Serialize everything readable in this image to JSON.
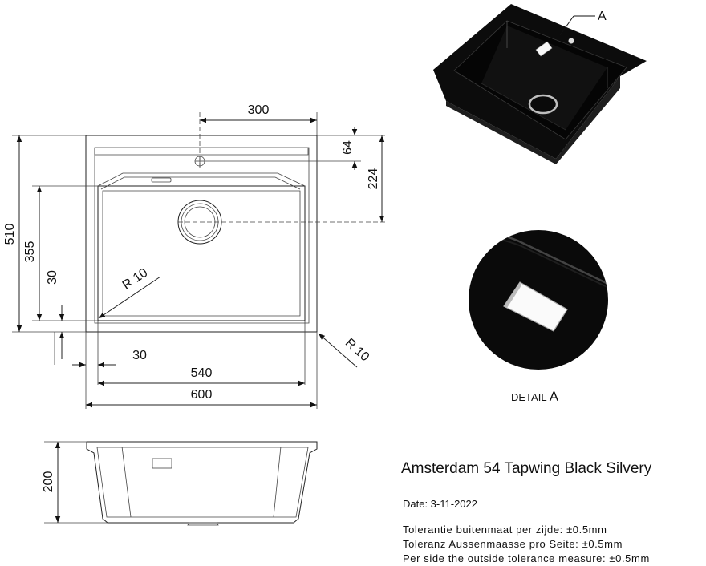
{
  "title": {
    "product": "Amsterdam 54 Tapwing Black Silvery",
    "date": "Date: 3-11-2022"
  },
  "tolerances": [
    "Tolerantie buitenmaat per zijde: ±0.5mm",
    "Toleranz Aussenmaasse pro Seite: ±0.5mm",
    "Per side the outside tolerance measure: ±0.5mm"
  ],
  "detail": {
    "label_prefix": "DETAIL",
    "label_letter": "A",
    "callout": "A"
  },
  "dimensions": {
    "top_300": "300",
    "right_64": "64",
    "right_224": "224",
    "left_510": "510",
    "left_355": "355",
    "left_30": "30",
    "radius_inner": "R 10",
    "radius_outer": "R 10",
    "bottom_30": "30",
    "bottom_540": "540",
    "bottom_600": "600",
    "side_200": "200"
  },
  "colors": {
    "sink_black": "#0c0c0c",
    "line": "#222222"
  }
}
